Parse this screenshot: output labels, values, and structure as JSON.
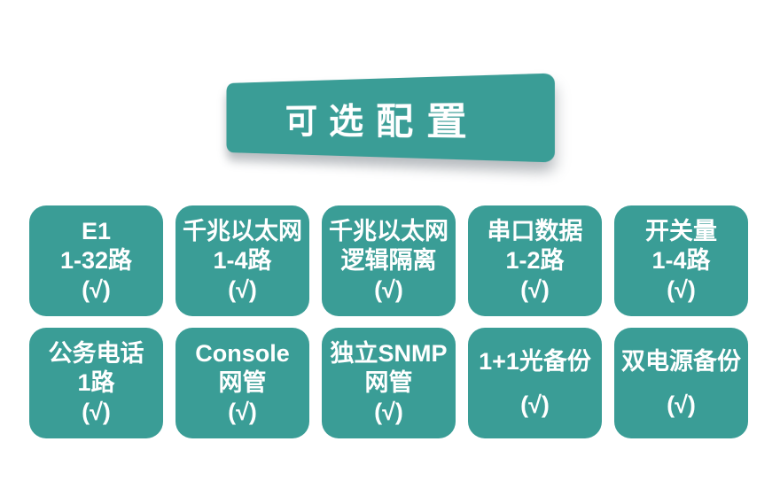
{
  "banner": {
    "title": "可选配置"
  },
  "colors": {
    "teal": "#3a9d96",
    "text_on_teal": "#ffffff",
    "background": "#ffffff"
  },
  "check_mark": "(√)",
  "cards": [
    {
      "lines": [
        "E1",
        "1-32路",
        "(√)"
      ]
    },
    {
      "lines": [
        "千兆以太网",
        "1-4路",
        "(√)"
      ]
    },
    {
      "lines": [
        "千兆以太网",
        "逻辑隔离",
        "(√)"
      ]
    },
    {
      "lines": [
        "串口数据",
        "1-2路",
        "(√)"
      ]
    },
    {
      "lines": [
        "开关量",
        "1-4路",
        "(√)"
      ]
    },
    {
      "lines": [
        "公务电话",
        "1路",
        "(√)"
      ]
    },
    {
      "lines": [
        "Console",
        "网管",
        "(√)"
      ]
    },
    {
      "lines": [
        "独立SNMP",
        "网管",
        "(√)"
      ]
    },
    {
      "lines": [
        "1+1光备份",
        "(√)"
      ]
    },
    {
      "lines": [
        "双电源备份",
        "(√)"
      ]
    }
  ]
}
